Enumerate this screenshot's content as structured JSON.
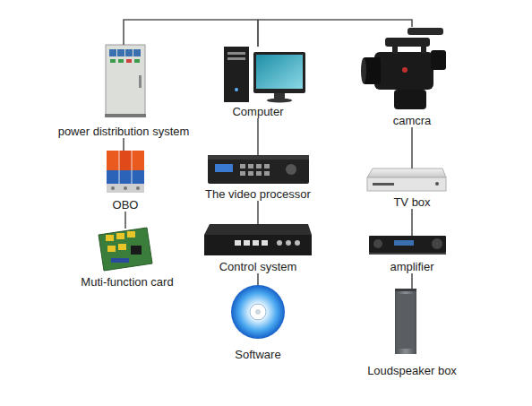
{
  "diagram": {
    "nodes": [
      {
        "text": [
          "power distribution system"
        ]
      },
      {
        "text": [
          "Computer"
        ]
      },
      {
        "text": [
          "camcra"
        ]
      },
      {
        "text": [
          "OBO"
        ]
      },
      {
        "text": [
          "The video processor"
        ]
      },
      {
        "text": [
          "TV box"
        ]
      },
      {
        "text": [
          "Muti-function card"
        ]
      },
      {
        "text": [
          "Control system"
        ]
      },
      {
        "text": [
          "amplifier"
        ]
      },
      {
        "text": [
          "Software"
        ]
      },
      {
        "text": [
          "Loudspeaker box"
        ]
      }
    ],
    "edges": [
      {
        "from": 0,
        "to": 1,
        "arrow": "none"
      },
      {
        "from": 1,
        "to": 2,
        "arrow": "none"
      },
      {
        "from": 0,
        "to": 3,
        "arrow": "none"
      },
      {
        "from": 3,
        "to": 6,
        "arrow": "none"
      },
      {
        "from": 1,
        "to": 4,
        "arrow": "none"
      },
      {
        "from": 4,
        "to": 7,
        "arrow": "none"
      },
      {
        "from": 7,
        "to": 9,
        "arrow": "none"
      },
      {
        "from": 2,
        "to": 5,
        "arrow": "none"
      },
      {
        "from": 5,
        "to": 8,
        "arrow": "none"
      },
      {
        "from": 8,
        "to": 10,
        "arrow": "none"
      }
    ]
  }
}
